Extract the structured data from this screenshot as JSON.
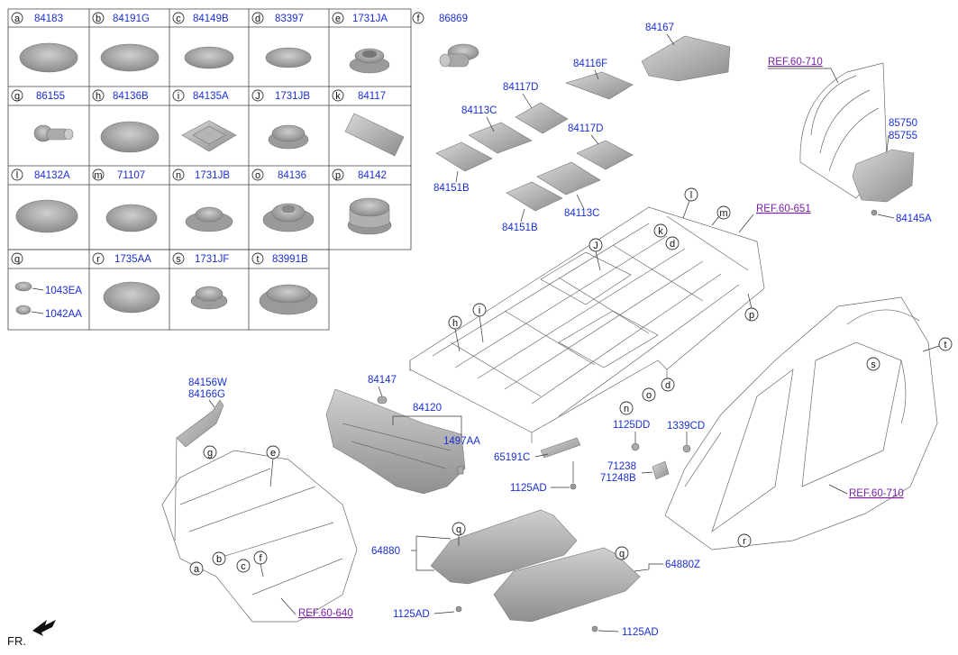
{
  "parts_table": {
    "cells": [
      {
        "letter": "a",
        "part": "84183"
      },
      {
        "letter": "b",
        "part": "84191G"
      },
      {
        "letter": "c",
        "part": "84149B"
      },
      {
        "letter": "d",
        "part": "83397"
      },
      {
        "letter": "e",
        "part": "1731JA"
      },
      {
        "letter": "f",
        "part": "86869"
      },
      {
        "letter": "g",
        "part": "86155"
      },
      {
        "letter": "h",
        "part": "84136B"
      },
      {
        "letter": "i",
        "part": "84135A"
      },
      {
        "letter": "J",
        "part": "1731JB"
      },
      {
        "letter": "k",
        "part": "84117"
      },
      {
        "letter": "l",
        "part": "84132A"
      },
      {
        "letter": "m",
        "part": "71107"
      },
      {
        "letter": "n",
        "part": "1731JB"
      },
      {
        "letter": "o",
        "part": "84136"
      },
      {
        "letter": "p",
        "part": "84142"
      },
      {
        "letter": "q",
        "part": ""
      },
      {
        "letter": "r",
        "part": "1735AA"
      },
      {
        "letter": "s",
        "part": "1731JF"
      },
      {
        "letter": "t",
        "part": "83991B"
      }
    ],
    "q_subparts": [
      "1043EA",
      "1042AA"
    ]
  },
  "callouts": {
    "p84167": "84167",
    "p84116F": "84116F",
    "p84117D_a": "84117D",
    "p84113C_a": "84113C",
    "p84117D_b": "84117D",
    "p84151B_a": "84151B",
    "p84151B_b": "84151B",
    "p84113C_b": "84113C",
    "p85750": "85750",
    "p85755": "85755",
    "p84145A": "84145A",
    "p84156W": "84156W",
    "p84166G": "84166G",
    "p84147": "84147",
    "p84120": "84120",
    "p1497AA": "1497AA",
    "p65191C": "65191C",
    "p1125AD_a": "1125AD",
    "p1125DD": "1125DD",
    "p1339CD": "1339CD",
    "p71238": "71238",
    "p71248B": "71248B",
    "p64880": "64880",
    "p64880Z": "64880Z",
    "p1125AD_b": "1125AD",
    "p1125AD_c": "1125AD"
  },
  "references": {
    "ref_60_710_top": "REF.60-710",
    "ref_60_651": "REF.60-651",
    "ref_60_710_side": "REF.60-710",
    "ref_60_640": "REF.60-640"
  },
  "diagram_letters": {
    "l": "l",
    "m": "m",
    "k": "k",
    "d_top": "d",
    "J": "J",
    "p": "p",
    "h": "h",
    "i": "i",
    "o": "o",
    "d_mid": "d",
    "n": "n",
    "g": "g",
    "e": "e",
    "a": "a",
    "b": "b",
    "c": "c",
    "f": "f",
    "q_left": "q",
    "q_right": "q",
    "s": "s",
    "t": "t",
    "r": "r"
  },
  "front_label": "FR."
}
